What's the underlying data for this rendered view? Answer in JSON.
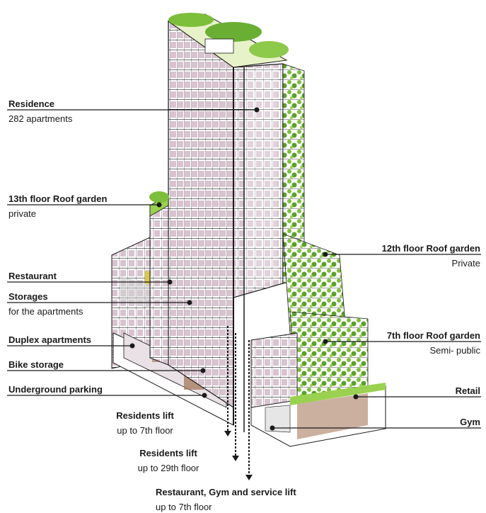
{
  "labels": {
    "residence": {
      "title": "Residence",
      "sub": "282 apartments"
    },
    "roof13": {
      "title": "13th floor Roof garden",
      "sub": "private"
    },
    "restaurant": {
      "title": "Restaurant"
    },
    "storages": {
      "title": "Storages",
      "sub": "for the apartments"
    },
    "duplex": {
      "title": "Duplex apartments"
    },
    "bike": {
      "title": "Bike storage"
    },
    "parking": {
      "title": "Underground parking"
    },
    "roof12": {
      "title": "12th floor Roof garden",
      "sub": "Private"
    },
    "roof7": {
      "title": "7th floor Roof garden",
      "sub": "Semi- public"
    },
    "retail": {
      "title": "Retail"
    },
    "gym": {
      "title": "Gym"
    },
    "lift7": {
      "title": "Residents lift",
      "sub": "up to 7th floor"
    },
    "lift29": {
      "title": "Residents lift",
      "sub": "up to 29th floor"
    },
    "service": {
      "title": "Restaurant, Gym and service lift",
      "sub": "up to 7th floor"
    }
  },
  "colors": {
    "apartment": "#d9c3cf",
    "greenery": "#7cbf3a",
    "restaurant": "#d8c84a",
    "storage": "#cfcfcf",
    "wood": "#a07050",
    "line": "#1a1a1a"
  }
}
